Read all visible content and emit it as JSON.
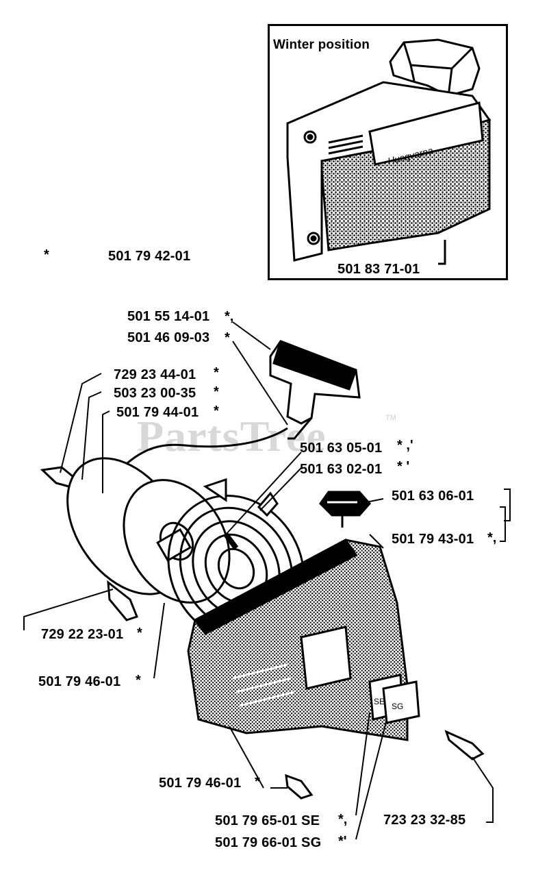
{
  "watermark": {
    "text": "PartsTree",
    "tm": "TM"
  },
  "inset": {
    "title": "Winter position",
    "brand": "Husqvarna",
    "part": "501 83 71-01"
  },
  "general_note": {
    "asterisk": "*",
    "part": "501 79 42-01"
  },
  "labels": [
    {
      "id": "l1",
      "text": "501 55 14-01",
      "suffix": "*,"
    },
    {
      "id": "l2",
      "text": "501 46 09-03",
      "suffix": "*"
    },
    {
      "id": "l3",
      "text": "729 23 44-01",
      "suffix": "*"
    },
    {
      "id": "l4",
      "text": "503 23 00-35",
      "suffix": "*"
    },
    {
      "id": "l5",
      "text": "501 79 44-01",
      "suffix": "*"
    },
    {
      "id": "l6",
      "text": "501 63 05-01",
      "suffix": "* ,'"
    },
    {
      "id": "l7",
      "text": "501 63 02-01",
      "suffix": "* '"
    },
    {
      "id": "l8",
      "text": "501 63 06-01",
      "suffix": ""
    },
    {
      "id": "l9",
      "text": "501 79 43-01",
      "suffix": "*,"
    },
    {
      "id": "l10",
      "text": "729 22 23-01",
      "suffix": "*"
    },
    {
      "id": "l11",
      "text": "501 79 46-01",
      "suffix": "*"
    },
    {
      "id": "l12",
      "text": "501 79 46-01",
      "suffix": "*"
    },
    {
      "id": "l13",
      "text": "723 23 32-85",
      "suffix": ""
    },
    {
      "id": "l14",
      "text": "501 79 65-01 SE",
      "suffix": "*,"
    },
    {
      "id": "l15",
      "text": "501 79 66-01 SG",
      "suffix": "*'"
    }
  ]
}
